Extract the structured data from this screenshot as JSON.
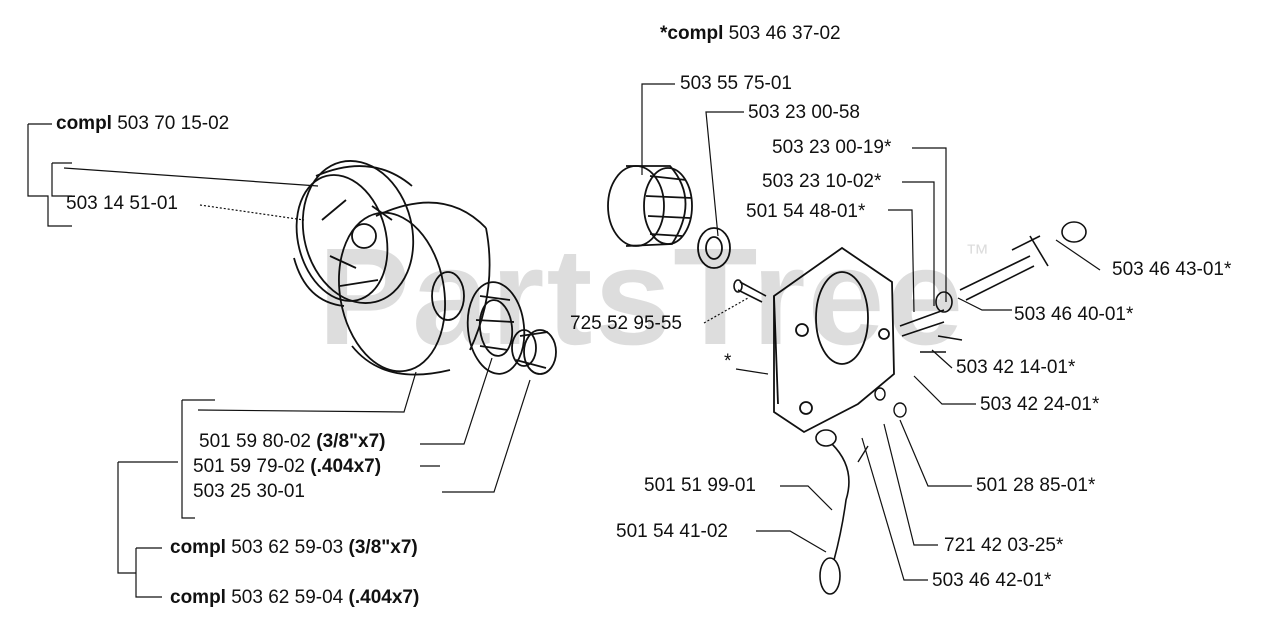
{
  "watermark": {
    "text": "PartsTree",
    "mark": "™"
  },
  "labels": {
    "clutch_compl": {
      "prefix": "compl",
      "number": "503 70 15-02"
    },
    "clutch_shoe": {
      "number": "503 14 51-01"
    },
    "drum_38": {
      "number": "501 59 80-02",
      "suffix": "(3/8\"x7)"
    },
    "drum_404": {
      "number": "501 59 79-02",
      "suffix": "(.404x7)"
    },
    "needle_bearing": {
      "number": "503 25 30-01"
    },
    "drum_compl_38": {
      "prefix": "compl",
      "number": "503 62 59-03",
      "suffix": "(3/8\"x7)"
    },
    "drum_compl_404": {
      "prefix": "compl",
      "number": "503 62 59-04",
      "suffix": "(.404x7)"
    },
    "oil_pump_compl": {
      "prefix": "*compl",
      "number": "503 46 37-02"
    },
    "worm_gear": {
      "number": "503 55 75-01"
    },
    "washer": {
      "number": "503 23 00-58"
    },
    "part_2300_19": {
      "number": "503 23 00-19*"
    },
    "part_2310_02": {
      "number": "503 23 10-02*"
    },
    "part_5448_01": {
      "number": "501 54 48-01*"
    },
    "part_4643_01": {
      "number": "503 46 43-01*"
    },
    "part_4640_01": {
      "number": "503 46 40-01*"
    },
    "screw": {
      "number": "725 52 95-55"
    },
    "star": {
      "number": "*"
    },
    "part_4214_01": {
      "number": "503 42 14-01*"
    },
    "part_4224_01": {
      "number": "503 42 24-01*"
    },
    "part_2885_01": {
      "number": "501 28 85-01*"
    },
    "oil_hose": {
      "number": "501 51 99-01"
    },
    "oil_filter": {
      "number": "501 54 41-02"
    },
    "part_4203_25": {
      "number": "721 42 03-25*"
    },
    "part_4642_01": {
      "number": "503 46 42-01*"
    }
  }
}
